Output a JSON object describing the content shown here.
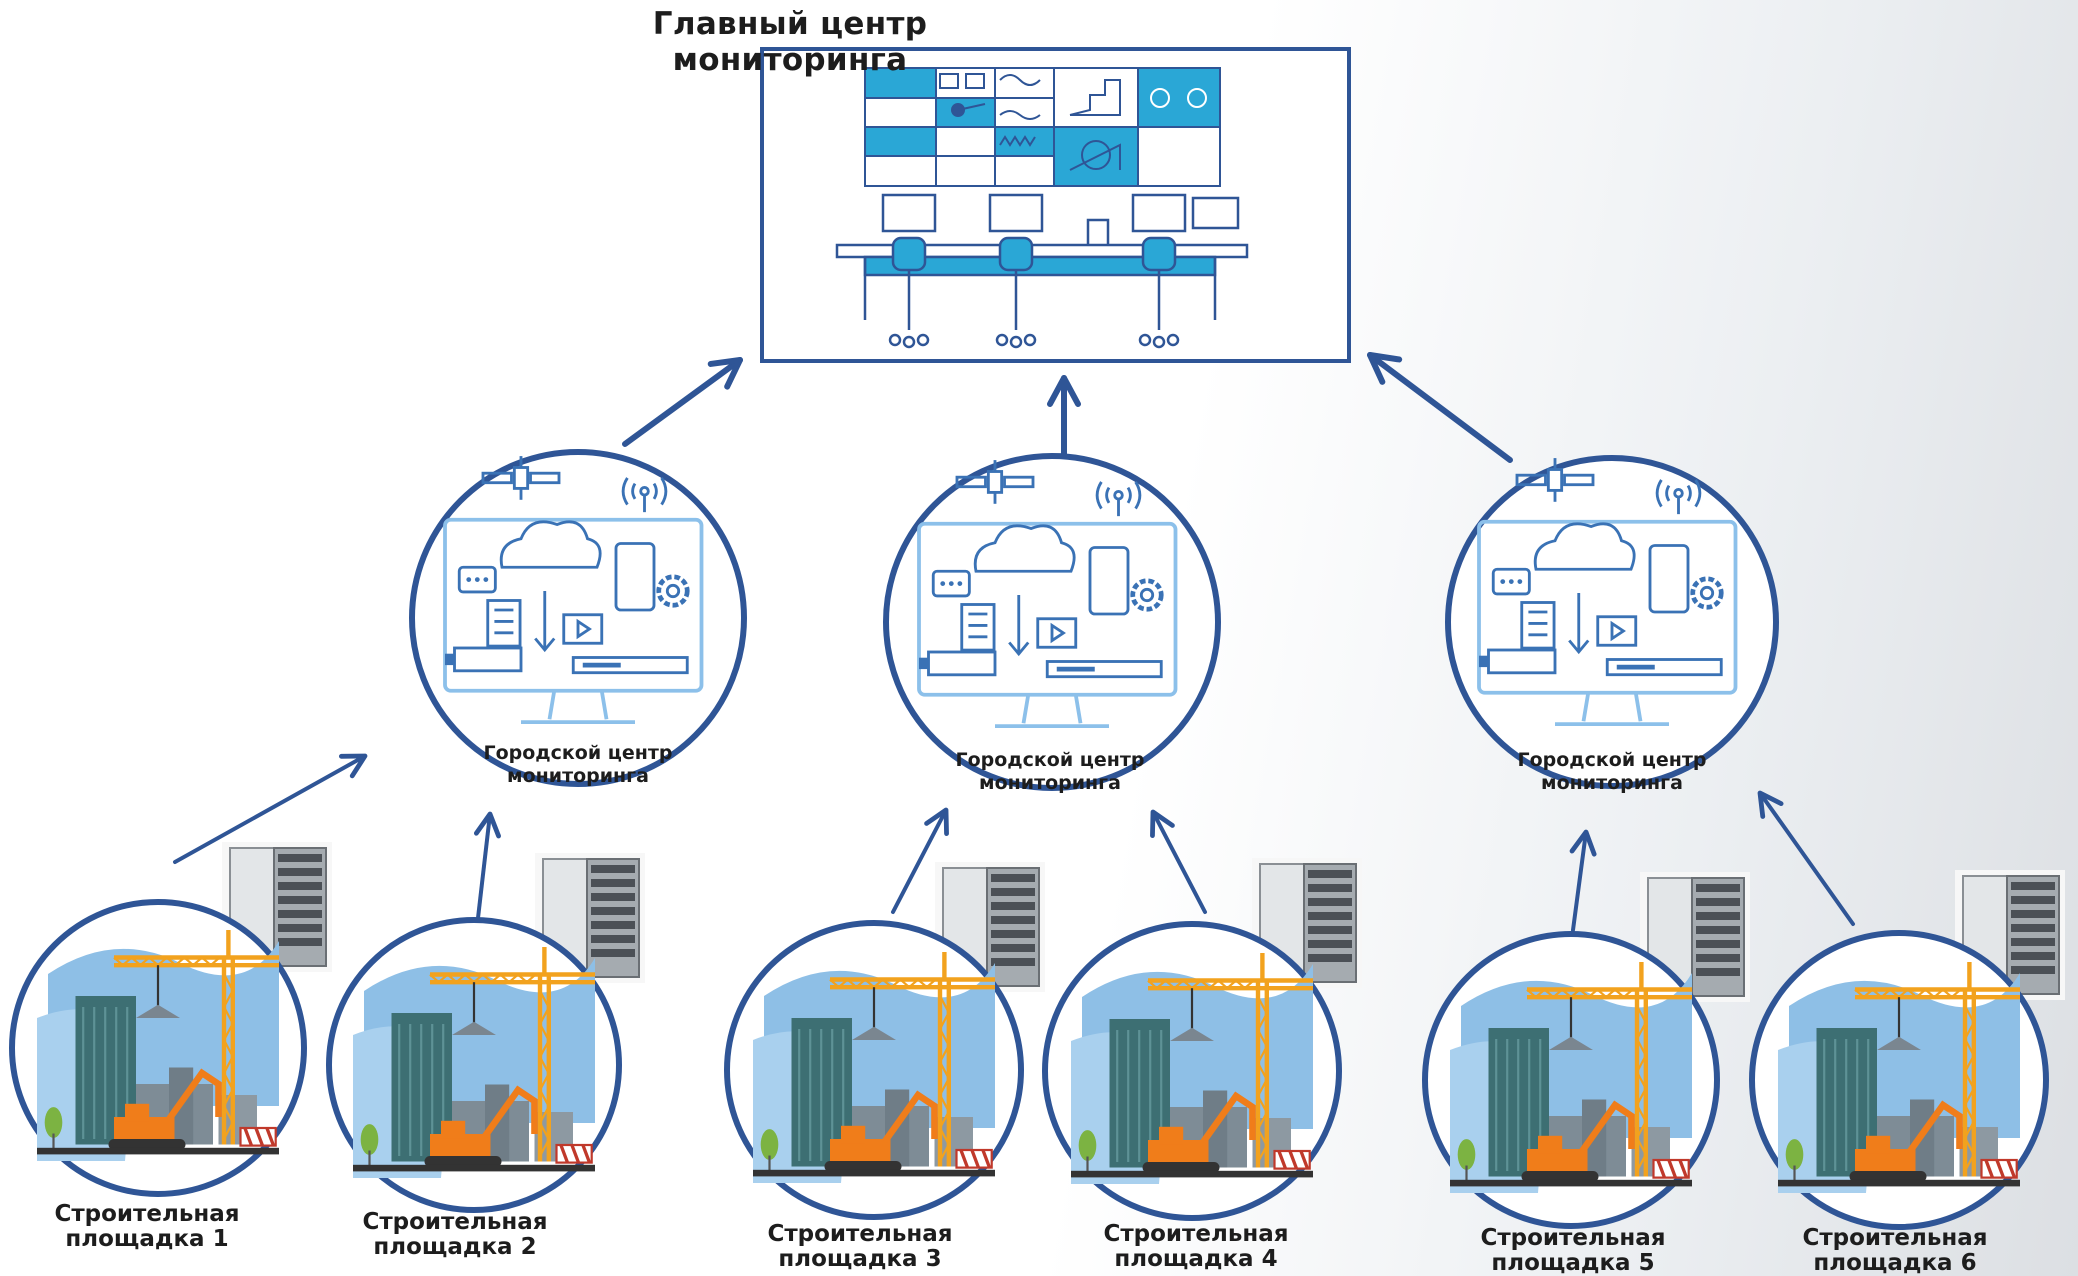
{
  "main_center": {
    "title": "Главный центр мониторинга"
  },
  "city_centers": [
    {
      "label": "Городской центр\nмониторинга"
    },
    {
      "label": "Городской центр\nмониторинга"
    },
    {
      "label": "Городской центр\nмониторинга"
    }
  ],
  "sites": [
    {
      "label": "Строительная\nплощадка 1"
    },
    {
      "label": "Строительная\nплощадка 2"
    },
    {
      "label": "Строительная\nплощадка 3"
    },
    {
      "label": "Строительная\nплощадка 4"
    },
    {
      "label": "Строительная\nплощадка 5"
    },
    {
      "label": "Строительная\nплощадка 6"
    }
  ],
  "colors": {
    "frame": "#2f5596",
    "arrow": "#2f5596",
    "panel_cyan": "#2aa7d6",
    "sky": "#8ebfe6",
    "building": "#3d6f73",
    "crane": "#f2a21e",
    "excavator": "#f07d1a"
  },
  "icons": [
    "monitoring-wall-icon",
    "operator-desk-icon",
    "satellite-icon",
    "cloud-icon",
    "antenna-icon",
    "server-rack-icon",
    "crane-icon",
    "excavator-icon"
  ]
}
